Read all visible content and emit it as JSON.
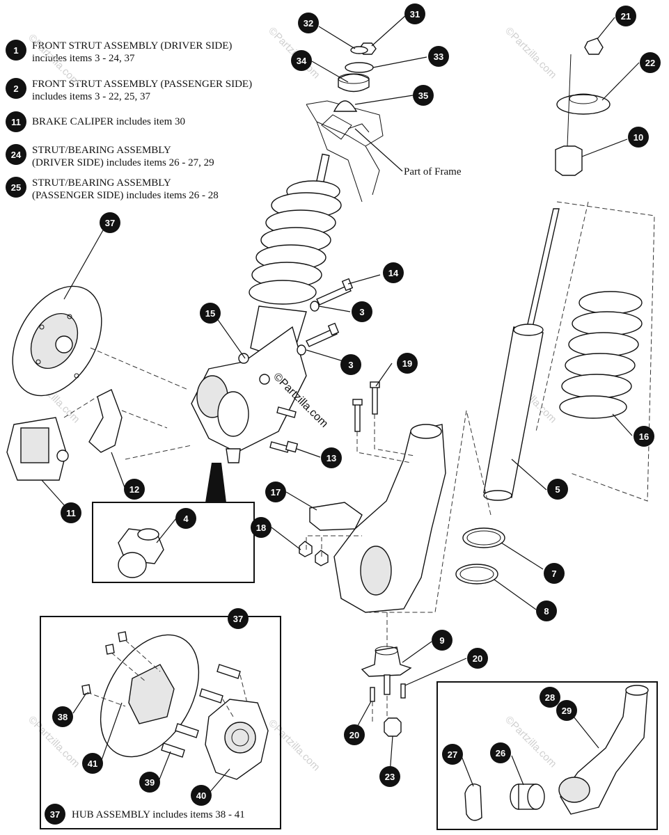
{
  "legend": [
    {
      "num": "1",
      "text": "FRONT STRUT ASSEMBLY (DRIVER SIDE)\nincludes items 3 - 24, 37"
    },
    {
      "num": "2",
      "text": "FRONT STRUT ASSEMBLY (PASSENGER SIDE)\nincludes items 3 - 22, 25, 37"
    },
    {
      "num": "11",
      "text": "BRAKE CALIPER includes item 30"
    },
    {
      "num": "24",
      "text": "STRUT/BEARING ASSEMBLY\n(DRIVER SIDE) includes items 26 - 27, 29"
    },
    {
      "num": "25",
      "text": "STRUT/BEARING ASSEMBLY\n(PASSENGER SIDE) includes items 26 - 28"
    }
  ],
  "frame_label": "Part of Frame",
  "hub_assembly_num": "37",
  "hub_assembly_text": "HUB ASSEMBLY includes items 38 - 41",
  "watermark_main": "©Partzilla.com",
  "watermark": "©Partzilla.com",
  "callouts": {
    "c31": "31",
    "c32": "32",
    "c33": "33",
    "c34": "34",
    "c35": "35",
    "c21": "21",
    "c22": "22",
    "c10": "10",
    "c37": "37",
    "c15": "15",
    "c14": "14",
    "c3a": "3",
    "c3b": "3",
    "c19": "19",
    "c16": "16",
    "c5": "5",
    "c13": "13",
    "c12": "12",
    "c11": "11",
    "c4": "4",
    "c17": "17",
    "c18": "18",
    "c7": "7",
    "c8": "8",
    "c37b": "37",
    "c9": "9",
    "c20a": "20",
    "c20b": "20",
    "c23": "23",
    "c38": "38",
    "c41": "41",
    "c39": "39",
    "c40": "40",
    "c27": "27",
    "c26": "26",
    "c28": "28",
    "c29": "29"
  }
}
